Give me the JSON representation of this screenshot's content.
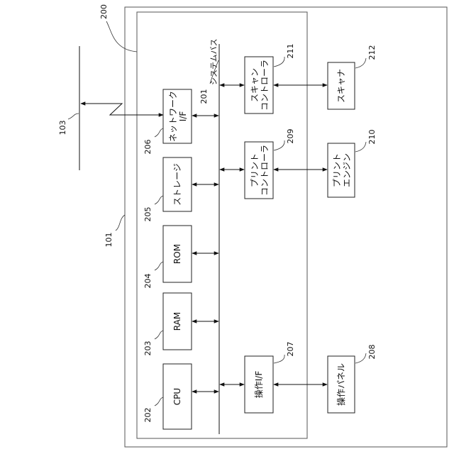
{
  "refs": {
    "r200": "200",
    "r201": "201",
    "r101": "101",
    "r103": "103",
    "r202": "202",
    "r203": "203",
    "r204": "204",
    "r205": "205",
    "r206": "206",
    "r207": "207",
    "r208": "208",
    "r209": "209",
    "r210": "210",
    "r211": "211",
    "r212": "212"
  },
  "bus": {
    "label": "システムバス"
  },
  "blocks": {
    "cpu": "CPU",
    "ram": "RAM",
    "rom": "ROM",
    "storage": "ストレージ",
    "network_if_line1": "ネットワーク",
    "network_if_line2": "I/F",
    "op_if": "操作I/F",
    "op_panel": "操作パネル",
    "print_ctrl_line1": "プリント",
    "print_ctrl_line2": "コントローラ",
    "print_engine_line1": "プリント",
    "print_engine_line2": "エンジン",
    "scan_ctrl_line1": "スキャン",
    "scan_ctrl_line2": "コントローラ",
    "scanner": "スキャナ"
  }
}
